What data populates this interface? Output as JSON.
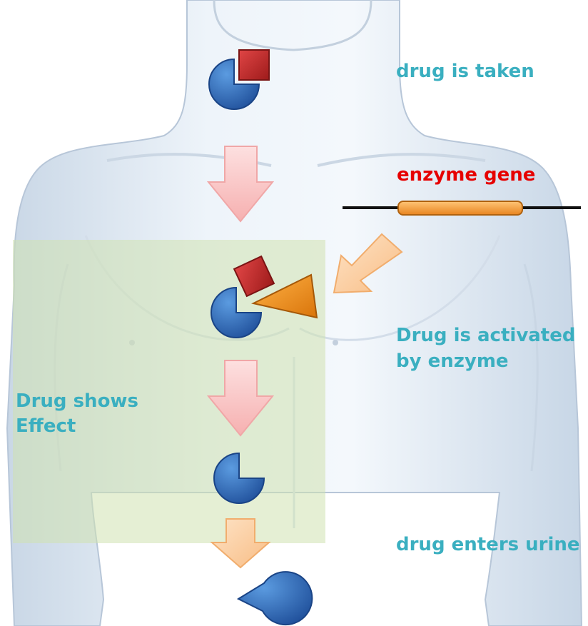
{
  "labels": {
    "drug_is_taken": "drug is taken",
    "enzyme_gene": "enzyme gene",
    "drug_activated_line1": "Drug is activated",
    "drug_activated_line2": "by enzyme",
    "drug_shows_line1": "Drug shows",
    "drug_shows_line2": "Effect",
    "drug_enters_urine": "drug enters urine"
  },
  "colors": {
    "label_teal": "#3aafc0",
    "label_red": "#e60000",
    "effect_zone": "#d7e6c0",
    "pie_blue": "#2f6fbf",
    "square_red": "#c62828",
    "triangle_orange": "#f39a1e",
    "gene_bar": "#f5a142",
    "arrow_pink": "#f8c0c0",
    "arrow_peach": "#fbcfa0",
    "skin": "#dde8f3"
  },
  "icons": [
    "human-torso",
    "pie-molecule-icon",
    "square-molecule-icon",
    "triangle-enzyme-icon",
    "down-arrow-icon",
    "diagonal-arrow-icon"
  ]
}
